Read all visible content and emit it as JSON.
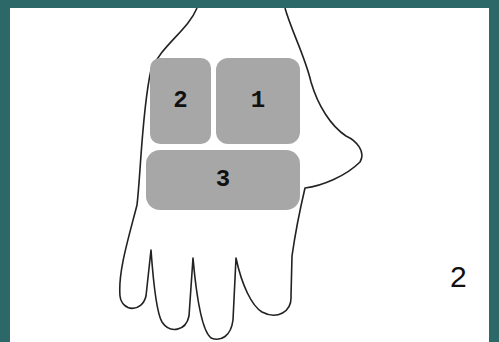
{
  "diagram": {
    "nodes": [
      {
        "text": [
          "2"
        ]
      },
      {
        "text": [
          "1"
        ]
      },
      {
        "text": [
          "3"
        ]
      }
    ],
    "labels": [
      "2"
    ]
  }
}
